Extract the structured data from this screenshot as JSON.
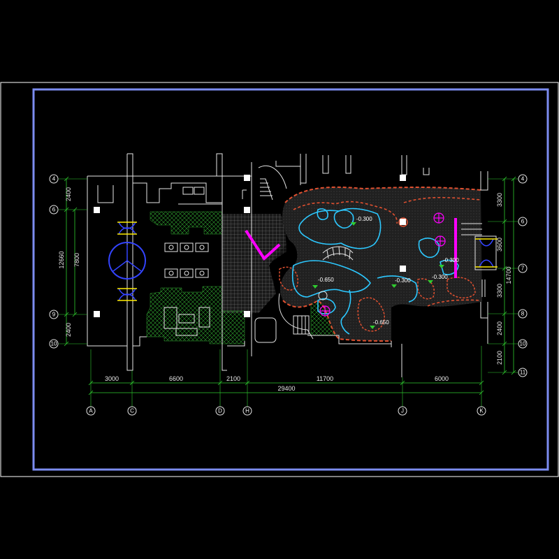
{
  "colors": {
    "background": "#000000",
    "outer_frame": "#ffffff",
    "inner_frame": "#7c8cf0",
    "walls": "#e6e6e6",
    "dimension_lines": "#2fcc2f",
    "lawn_hatch": "#2e9e2e",
    "paving_grid": "#9a9a9a",
    "rockery": "#e05030",
    "water_edge": "#2cc8ff",
    "magenta": "#ff00ff",
    "fountain": "#3344ff",
    "pergola": "#ffee00"
  },
  "dimensions": {
    "bottom_segments": [
      "3000",
      "6600",
      "2100",
      "11700",
      "6000"
    ],
    "bottom_total": "29400",
    "left_segments": [
      "2400",
      "7800",
      "2400"
    ],
    "left_total": "12660",
    "right_segments": [
      "3300",
      "3600",
      "3300",
      "2400",
      "2100"
    ],
    "right_total": "14700"
  },
  "axes": {
    "columns": [
      "A",
      "C",
      "D",
      "H",
      "J",
      "K"
    ],
    "rows_left": [
      "4",
      "6",
      "9",
      "10"
    ],
    "rows_right": [
      "4",
      "6",
      "7",
      "8",
      "10",
      "11"
    ]
  },
  "levels": [
    "-0.300",
    "-0.650",
    "-0.300",
    "-0.300",
    "-0.300",
    "-0.650"
  ]
}
